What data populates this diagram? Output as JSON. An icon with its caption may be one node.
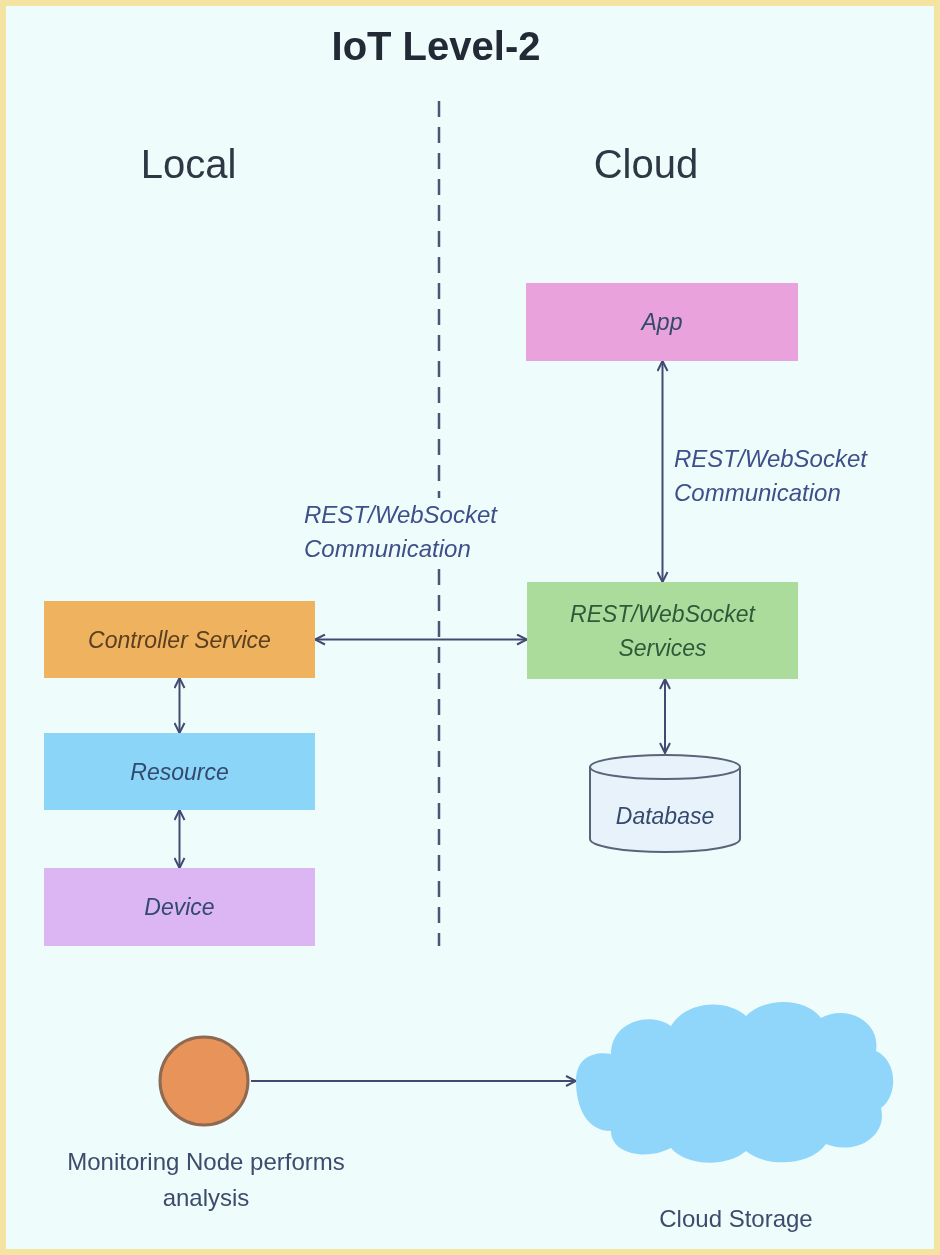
{
  "diagram": {
    "title": "IoT Level-2",
    "nodes": [
      {
        "text": [
          "App"
        ]
      },
      {
        "text": [
          "REST/WebSocket Services"
        ]
      },
      {
        "text": [
          "Controller Service"
        ]
      },
      {
        "text": [
          "Resource"
        ]
      },
      {
        "text": [
          "Device"
        ]
      },
      {
        "text": [
          "Database"
        ]
      },
      {
        "text": [],
        "shape": "circle",
        "beside": [
          "Monitoring Node performs analysis"
        ]
      },
      {
        "text": [],
        "shape": "cloud",
        "beside": [
          "Cloud Storage"
        ]
      }
    ],
    "edges": [
      {
        "from": 0,
        "to": 1,
        "arrow": "both",
        "label": "REST/WebSocket Communication"
      },
      {
        "from": 2,
        "to": 1,
        "arrow": "both",
        "label": "REST/WebSocket Communication"
      },
      {
        "from": 2,
        "to": 3,
        "arrow": "both"
      },
      {
        "from": 3,
        "to": 4,
        "arrow": "both"
      },
      {
        "from": 1,
        "to": 5,
        "arrow": "both"
      },
      {
        "from": 6,
        "to": 7,
        "arrow": "to"
      }
    ],
    "labels": [
      "Local",
      "Cloud"
    ]
  }
}
